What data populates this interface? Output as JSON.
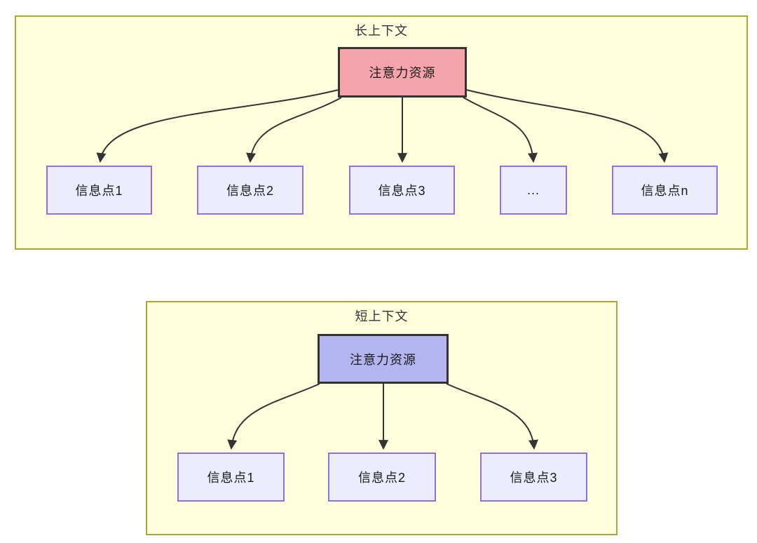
{
  "diagram": {
    "type": "flowchart",
    "sections": [
      {
        "title": "长上下文",
        "root_label": "注意力资源",
        "root_fill": "#f4a4aa",
        "children": [
          "信息点1",
          "信息点2",
          "信息点3",
          "...",
          "信息点n"
        ],
        "edges": [
          {
            "from": "注意力资源",
            "to": "信息点1"
          },
          {
            "from": "注意力资源",
            "to": "信息点2"
          },
          {
            "from": "注意力资源",
            "to": "信息点3"
          },
          {
            "from": "注意力资源",
            "to": "..."
          },
          {
            "from": "注意力资源",
            "to": "信息点n"
          }
        ]
      },
      {
        "title": "短上下文",
        "root_label": "注意力资源",
        "root_fill": "#b4b4f0",
        "children": [
          "信息点1",
          "信息点2",
          "信息点3"
        ],
        "edges": [
          {
            "from": "注意力资源",
            "to": "信息点1"
          },
          {
            "from": "注意力资源",
            "to": "信息点2"
          },
          {
            "from": "注意力资源",
            "to": "信息点3"
          }
        ]
      }
    ],
    "colors": {
      "container_fill": "#ffffde",
      "container_border": "#aaaa33",
      "info_node_fill": "#ececff",
      "info_node_border": "#9370db",
      "root_node_border": "#333333",
      "edge_stroke": "#333333",
      "text": "#1a1a1a"
    }
  }
}
